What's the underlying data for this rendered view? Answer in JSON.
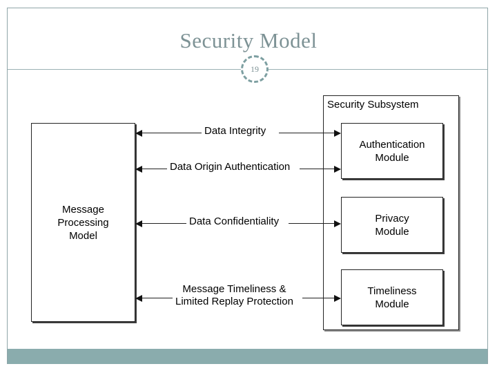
{
  "slide": {
    "title": "Security Model",
    "slide_number": "19",
    "theme_accent_color": "#8aacad",
    "title_color": "#7d9295",
    "footer_color": "#8aacad"
  },
  "diagram": {
    "left_box": {
      "label_line1": "Message",
      "label_line2": "Processing",
      "label_line3": "Model"
    },
    "subsystem": {
      "label": "Security Subsystem",
      "modules": [
        {
          "line1": "Authentication",
          "line2": "Module"
        },
        {
          "line1": "Privacy",
          "line2": "Module"
        },
        {
          "line1": "Timeliness",
          "line2": "Module"
        }
      ]
    },
    "connectors": [
      {
        "label_line1": "Data Integrity",
        "label_line2": ""
      },
      {
        "label_line1": "Data Origin Authentication",
        "label_line2": ""
      },
      {
        "label_line1": "Data Confidentiality",
        "label_line2": ""
      },
      {
        "label_line1": "Message Timeliness &",
        "label_line2": "Limited Replay Protection"
      }
    ]
  }
}
